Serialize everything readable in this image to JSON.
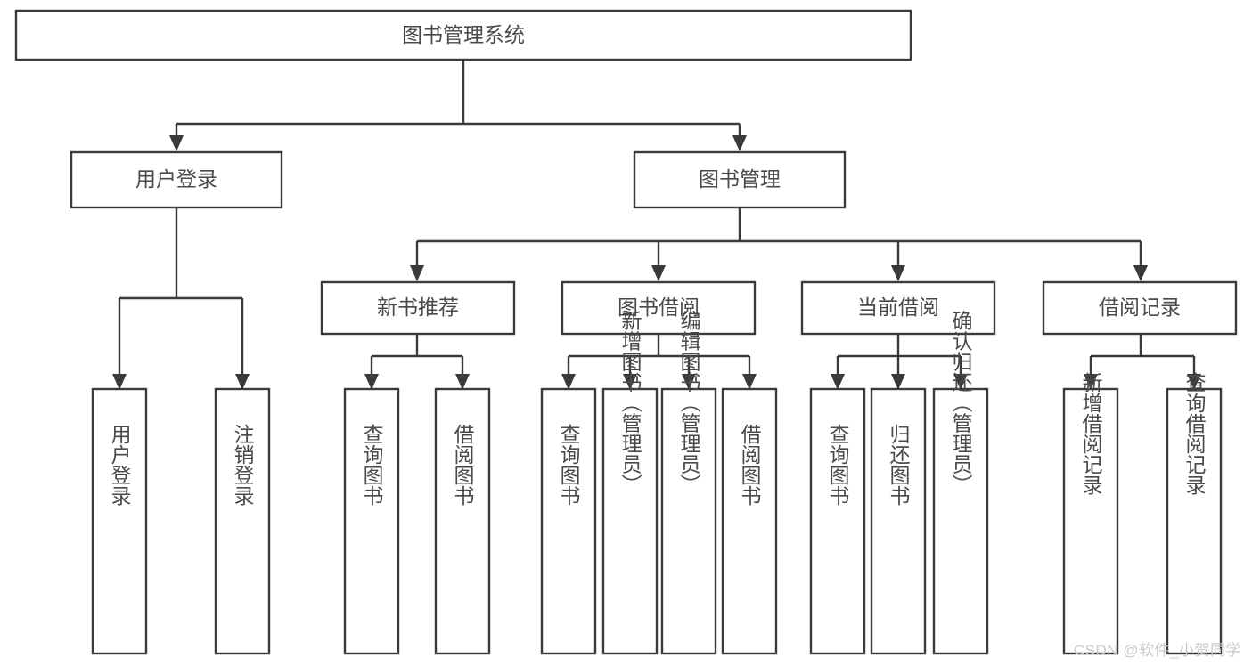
{
  "diagram": {
    "title": "图书管理系统",
    "type": "tree-hierarchy-chart",
    "watermark": "CSDN @软件_小贺同学",
    "colors": {
      "stroke": "#3a3a3a",
      "box_fill": "#ffffff",
      "text": "#4a4a4a",
      "background": "#ffffff",
      "watermark": "#c9c9c9"
    },
    "nodes": {
      "root": {
        "label": "图书管理系统",
        "level": 0,
        "orientation": "horizontal"
      },
      "level1": [
        {
          "id": "user-login",
          "label": "用户登录",
          "orientation": "horizontal"
        },
        {
          "id": "book-management",
          "label": "图书管理",
          "orientation": "horizontal"
        }
      ],
      "level2": [
        {
          "id": "new-book-recommend",
          "label": "新书推荐",
          "parent": "book-management",
          "orientation": "horizontal"
        },
        {
          "id": "book-borrow",
          "label": "图书借阅",
          "parent": "book-management",
          "orientation": "horizontal"
        },
        {
          "id": "current-borrow",
          "label": "当前借阅",
          "parent": "book-management",
          "orientation": "horizontal"
        },
        {
          "id": "borrow-record",
          "label": "借阅记录",
          "parent": "book-management",
          "orientation": "horizontal"
        }
      ],
      "leaves": [
        {
          "id": "leaf-user-login",
          "label": "用户登录",
          "parent": "user-login",
          "orientation": "vertical"
        },
        {
          "id": "leaf-logout-login",
          "label": "注销登录",
          "parent": "user-login",
          "orientation": "vertical"
        },
        {
          "id": "leaf-query-book-1",
          "label": "查询图书",
          "parent": "new-book-recommend",
          "orientation": "vertical"
        },
        {
          "id": "leaf-borrow-book-1",
          "label": "借阅图书",
          "parent": "new-book-recommend",
          "orientation": "vertical"
        },
        {
          "id": "leaf-query-book-2",
          "label": "查询图书",
          "parent": "book-borrow",
          "orientation": "vertical"
        },
        {
          "id": "leaf-add-book-admin",
          "label": "新增图书（管理员）",
          "parent": "book-borrow",
          "orientation": "vertical"
        },
        {
          "id": "leaf-edit-book-admin",
          "label": "编辑图书（管理员）",
          "parent": "book-borrow",
          "orientation": "vertical"
        },
        {
          "id": "leaf-borrow-book-2",
          "label": "借阅图书",
          "parent": "book-borrow",
          "orientation": "vertical"
        },
        {
          "id": "leaf-query-book-3",
          "label": "查询图书",
          "parent": "current-borrow",
          "orientation": "vertical"
        },
        {
          "id": "leaf-return-book",
          "label": "归还图书",
          "parent": "current-borrow",
          "orientation": "vertical"
        },
        {
          "id": "leaf-confirm-return-admin",
          "label": "确认归还（管理员）",
          "parent": "current-borrow",
          "orientation": "vertical"
        },
        {
          "id": "leaf-add-borrow-record",
          "label": "新增借阅记录",
          "parent": "borrow-record",
          "orientation": "vertical"
        },
        {
          "id": "leaf-query-borrow-record",
          "label": "查询借阅记录",
          "parent": "borrow-record",
          "orientation": "vertical"
        }
      ]
    }
  }
}
